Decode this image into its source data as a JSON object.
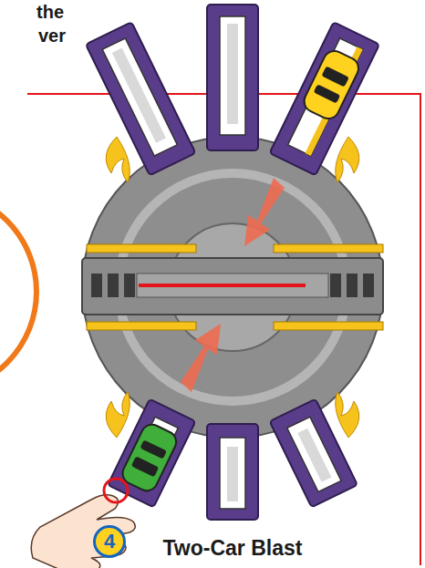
{
  "diagram": {
    "caption": "Two-Car Blast",
    "labels": [
      "the",
      "ver",
      "4"
    ]
  }
}
